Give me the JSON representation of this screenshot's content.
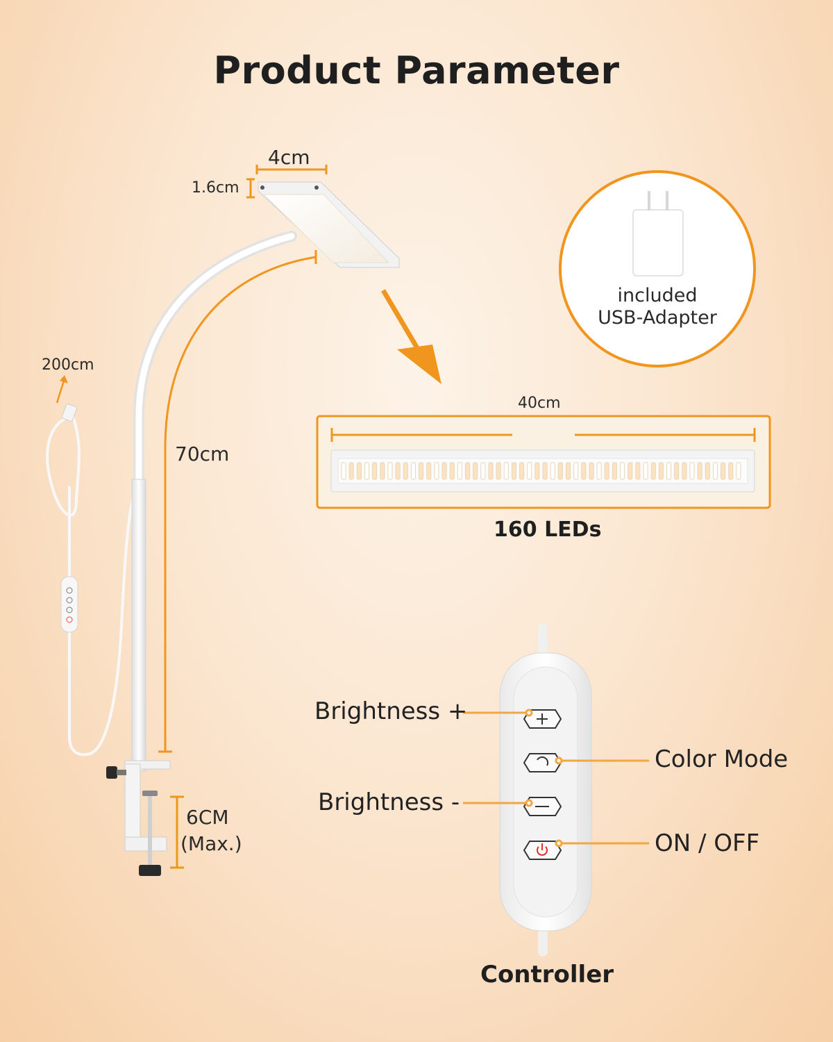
{
  "title": "Product Parameter",
  "head_dims": {
    "width": "4cm",
    "height": "1.6cm"
  },
  "cable_length": "200cm",
  "arm_length": "70cm",
  "clamp": {
    "line1": "6CM",
    "line2": "(Max.)"
  },
  "adapter": {
    "line1": "included",
    "line2": "USB-Adapter"
  },
  "led_bar": {
    "length": "40cm",
    "count_label": "160 LEDs"
  },
  "controller": {
    "title": "Controller",
    "buttons": [
      {
        "label": "Brightness +",
        "icon": "plus-icon"
      },
      {
        "label": "Color Mode",
        "icon": "cycle-icon"
      },
      {
        "label": "Brightness -",
        "icon": "minus-icon"
      },
      {
        "label": "ON / OFF",
        "icon": "power-icon"
      }
    ]
  },
  "colors": {
    "accent": "#f0961e",
    "text": "#1f1f1f",
    "lamp_white": "#f7f7f7"
  }
}
